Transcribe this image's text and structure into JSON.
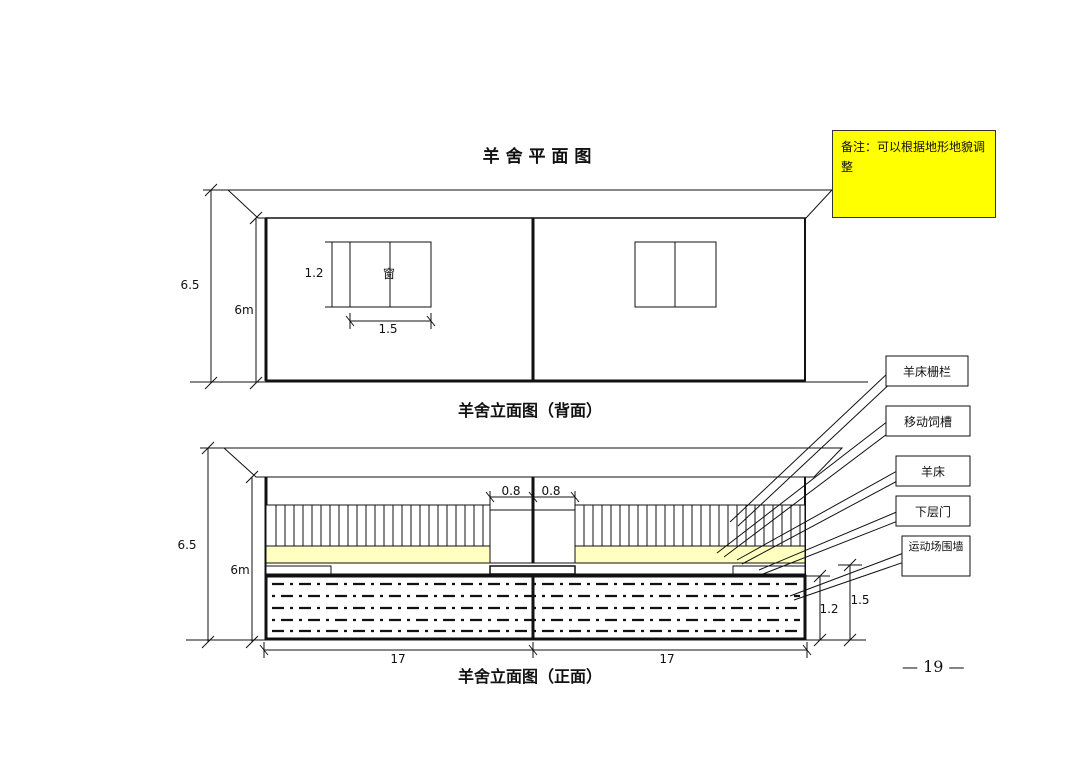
{
  "titles": {
    "plan": "羊 舍 平 面 图",
    "back": "羊舍立面图（背面）",
    "front": "羊舍立面图（正面）"
  },
  "note": "备注：可以根据地形地貌调整",
  "back_view": {
    "height_total": "6.5",
    "height_wall": "6m",
    "window_height": "1.2",
    "window_width": "1.5",
    "window_label": "窗"
  },
  "front_view": {
    "height_total": "6.5",
    "height_wall": "6m",
    "door_width_left": "0.8",
    "door_width_right": "0.8",
    "wall_height_inner": "1.2",
    "wall_height_outer": "1.5",
    "length_left": "17",
    "length_right": "17"
  },
  "callouts": [
    "羊床栅栏",
    "移动饲槽",
    "羊床",
    "下层门",
    "运动场围墙"
  ],
  "page_number": "— 19 —",
  "colors": {
    "note_bg": "#ffff00",
    "bed_fill": "#ffffc0",
    "line": "#111111"
  }
}
